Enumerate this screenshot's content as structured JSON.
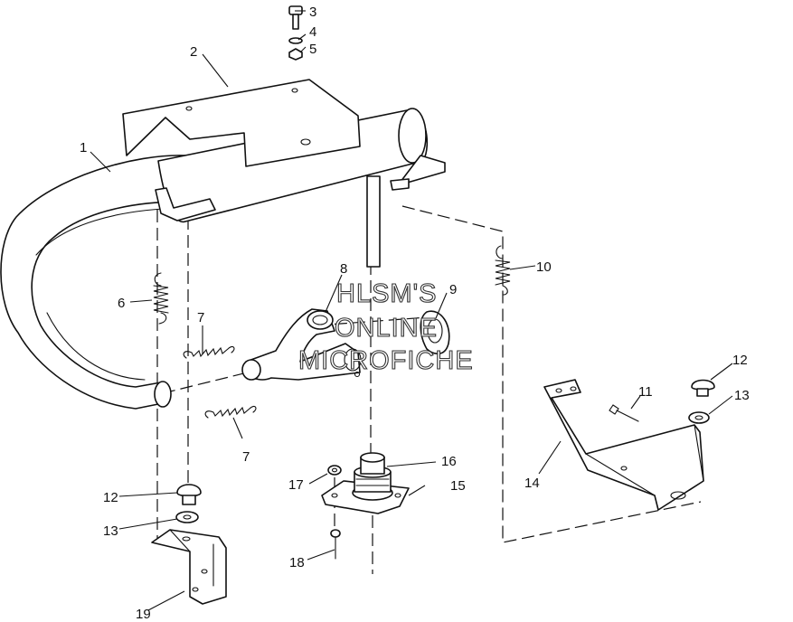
{
  "watermark": {
    "line1": "HLSM'S",
    "line2": "ONLINE",
    "line3": "MICROFICHE"
  },
  "callouts": {
    "c1": "1",
    "c2": "2",
    "c3": "3",
    "c4": "4",
    "c5": "5",
    "c6": "6",
    "c7a": "7",
    "c7b": "7",
    "c8": "8",
    "c9": "9",
    "c10": "10",
    "c11": "11",
    "c12a": "12",
    "c12b": "12",
    "c13a": "13",
    "c13b": "13",
    "c14": "14",
    "c15": "15",
    "c16": "16",
    "c17": "17",
    "c18": "18",
    "c19": "19"
  },
  "colors": {
    "ink": "#111111",
    "paper": "#ffffff"
  }
}
